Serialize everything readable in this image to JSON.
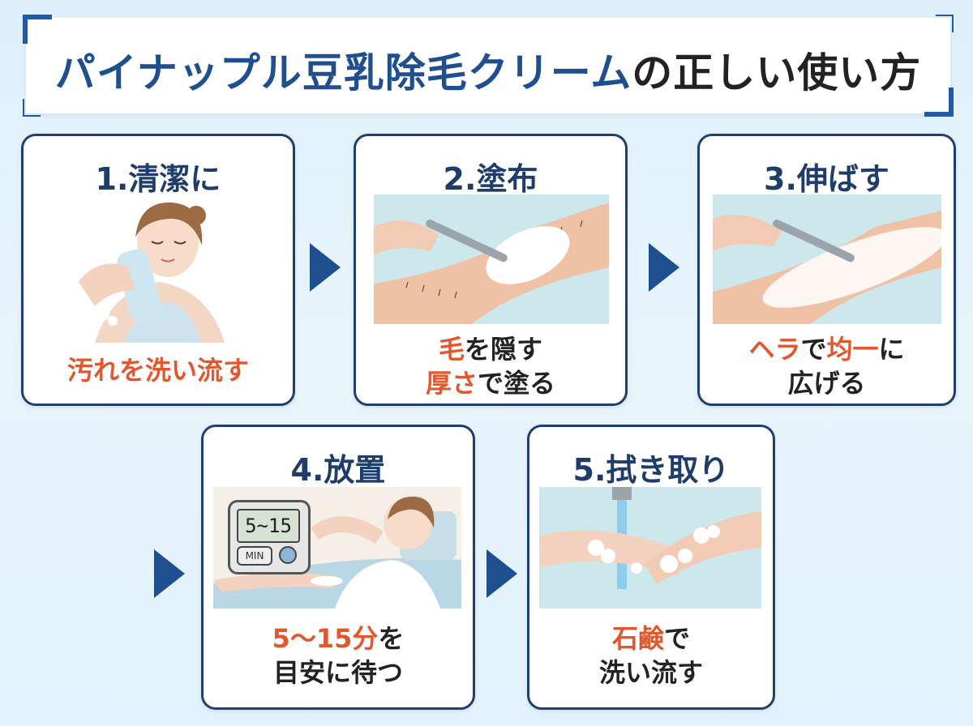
{
  "title": {
    "part1": "パイナップル豆乳除毛クリーム",
    "part2": "の正しい使い方"
  },
  "steps": [
    {
      "title": "1.清潔に",
      "cap_line1_orange": "汚れを洗い流す"
    },
    {
      "title": "2.塗布",
      "cap_line1_orange": "毛",
      "cap_line1_rest": "を隠す",
      "cap_line2_orange": "厚さ",
      "cap_line2_rest": "で塗る"
    },
    {
      "title": "3.伸ばす",
      "cap_line1_orange": "ヘラ",
      "cap_line1_mid": "で",
      "cap_line1_orange2": "均一",
      "cap_line1_rest": "に",
      "cap_line2_rest": "広げる"
    },
    {
      "title": "4.放置",
      "timer": "5~15",
      "timer_btn": "MIN",
      "cap_line1_orange": "5〜15分",
      "cap_line1_rest": "を",
      "cap_line2_rest": "目安に待つ"
    },
    {
      "title": "5.拭き取り",
      "cap_line1_orange": "石鹸",
      "cap_line1_rest": "で",
      "cap_line2_rest": "洗い流す"
    }
  ],
  "colors": {
    "accent": "#1f4f8f",
    "highlight": "#e2572b",
    "border": "#1e3f6f"
  }
}
